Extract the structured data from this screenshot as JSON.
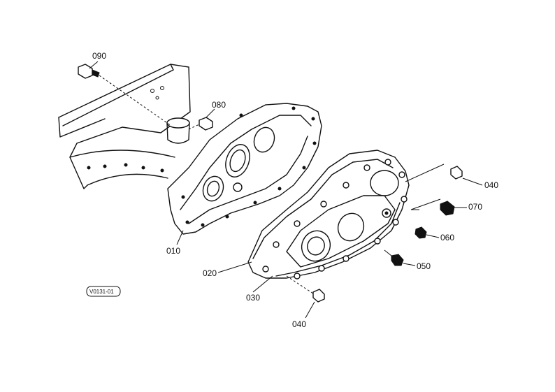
{
  "parts": {
    "p010": "010",
    "p020": "020",
    "p030": "030",
    "p040_top": "040",
    "p040_bottom": "040",
    "p050": "050",
    "p060": "060",
    "p070": "070",
    "p080": "080",
    "p090": "090"
  },
  "reference_code": "V0131-01"
}
